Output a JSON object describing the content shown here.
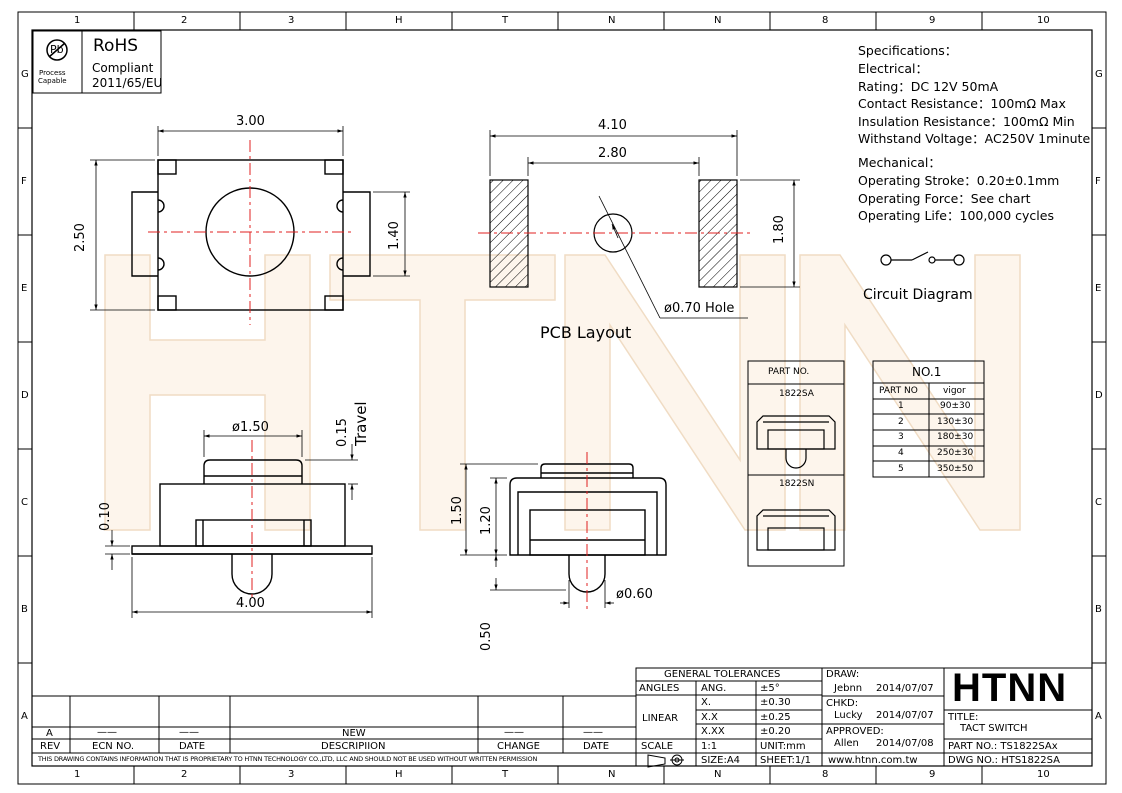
{
  "border": {
    "columns": [
      "1",
      "2",
      "3",
      "H",
      "T",
      "N",
      "N",
      "8",
      "9",
      "10"
    ],
    "rows": [
      "G",
      "F",
      "E",
      "D",
      "C",
      "B",
      "A"
    ]
  },
  "rohs": {
    "pb_symbol": "Pb",
    "process_capable": "Process\nCapable",
    "title": "RoHS",
    "compliant": "Compliant",
    "directive": "2011/65/EU"
  },
  "specs": {
    "heading": "Specifications：",
    "electrical": "Electrical：",
    "rating": "Rating：DC 12V 50mA",
    "contact_resistance": "Contact Resistance：100mΩ Max",
    "insulation_resistance": "Insulation Resistance：100mΩ Min",
    "withstand_voltage": "Withstand Voltage：AC250V 1minute",
    "mechanical": "Mechanical：",
    "operating_stroke": "Operating Stroke：0.20±0.1mm",
    "operating_force": "Operating Force：See chart",
    "operating_life": "Operating Life：100,000 cycles"
  },
  "watermark": "HTNN",
  "dims": {
    "top_width": "3.00",
    "top_height": "2.50",
    "top_inner": "1.40",
    "pcb_outer": "4.10",
    "pcb_inner": "2.80",
    "pcb_height": "1.80",
    "hole": "ø0.70 Hole",
    "pcb_label": "PCB Layout",
    "circuit_label": "Circuit Diagram",
    "actuator_dia": "ø1.50",
    "travel_val": "0.15",
    "travel_label": "Travel",
    "thickness": "0.10",
    "side_width": "4.00",
    "front_h1": "1.50",
    "front_h2": "1.20",
    "front_peg": "ø0.60",
    "front_peg_h": "0.50"
  },
  "part_table": {
    "header": "PART NO.",
    "sa": "1822SA",
    "sn": "1822SN"
  },
  "force_table": {
    "title": "NO.1",
    "col1": "PART NO",
    "col2": "vigor",
    "rows": [
      {
        "no": "1",
        "vigor": "90±30"
      },
      {
        "no": "2",
        "vigor": "130±30"
      },
      {
        "no": "3",
        "vigor": "180±30"
      },
      {
        "no": "4",
        "vigor": "250±30"
      },
      {
        "no": "5",
        "vigor": "350±50"
      }
    ]
  },
  "title_block": {
    "general_tolerances": "GENERAL TOLERANCES",
    "angles": "ANGLES",
    "ang": "ANG.",
    "ang_val": "±5°",
    "linear": "LINEAR",
    "x": "X.",
    "x_val": "±0.30",
    "xx": "X.X",
    "xx_val": "±0.25",
    "xxx": "X.XX",
    "xxx_val": "±0.20",
    "scale": "SCALE",
    "scale_val": "1:1",
    "unit": "UNIT:mm",
    "size": "SIZE:A4",
    "sheet": "SHEET:1/1",
    "draw": "DRAW:",
    "draw_name": "Jebnn",
    "draw_date": "2014/07/07",
    "chkd": "CHKD:",
    "chkd_name": "Lucky",
    "chkd_date": "2014/07/07",
    "approved": "APPROVED:",
    "approved_name": "Allen",
    "approved_date": "2014/07/08",
    "website": "www.htnn.com.tw",
    "logo": "HTNN",
    "title_label": "TITLE:",
    "title_val": "TACT SWITCH",
    "part_no": "PART NO.: TS1822SAx",
    "dwg_no": "DWG NO.: HTS1822SA"
  },
  "rev_block": {
    "rev_a": "A",
    "dash": "——",
    "new": "NEW",
    "rev": "REV",
    "ecn": "ECN NO.",
    "date": "DATE",
    "description": "DESCRIPIION",
    "change": "CHANGE",
    "date2": "DATE",
    "proprietary": "THIS DRAWING CONTAINS INFORMATION THAT IS PROPRIETARY TO HTNN TECHNOLOGY CO.,LTD, LLC AND SHOULD NOT BE USED WITHOUT WRITTEN PERMISSION"
  }
}
